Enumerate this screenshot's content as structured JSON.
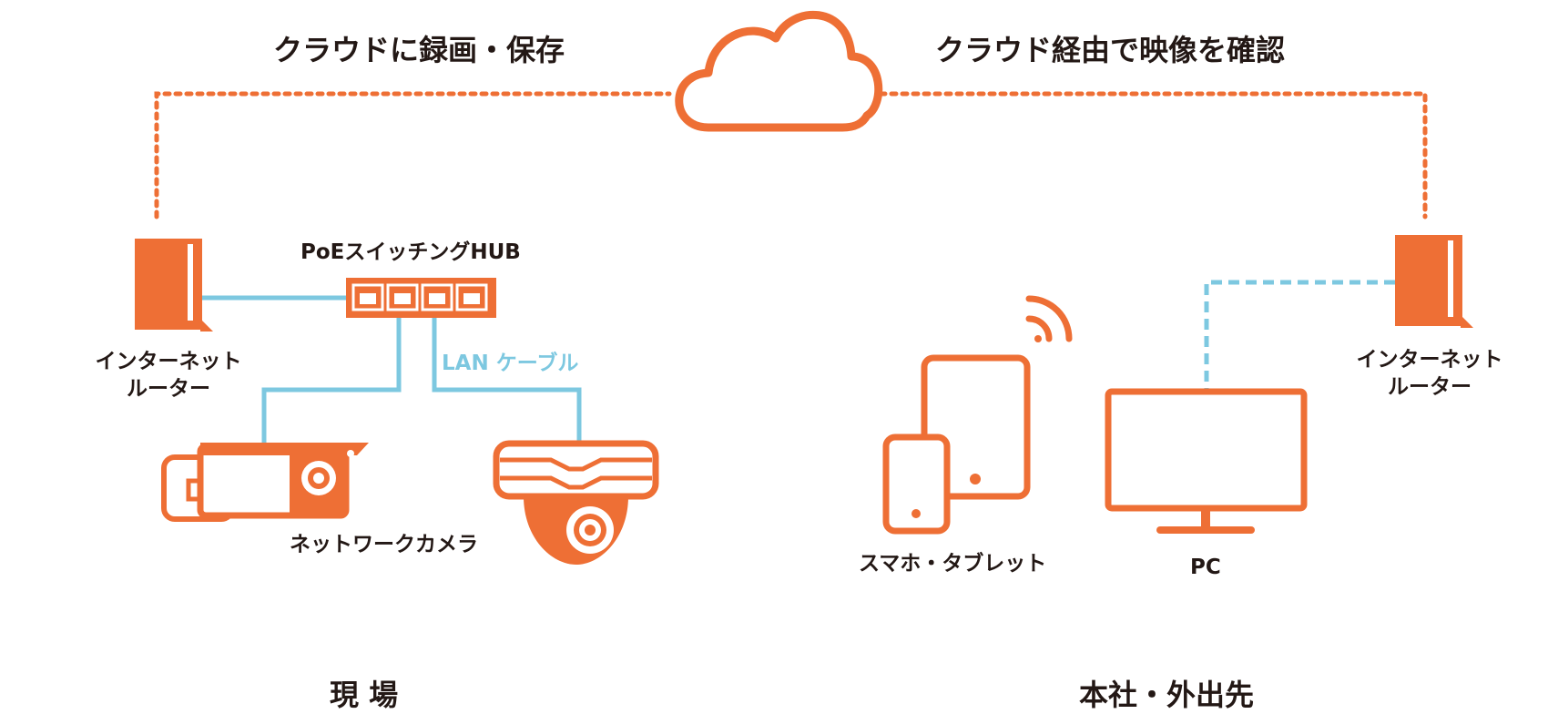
{
  "labels": {
    "cloud_record": "クラウドに録画・保存",
    "cloud_view": "クラウド経由で映像を確認",
    "poe_hub": "PoEスイッチングHUB",
    "lan_cable": "LAN ケーブル",
    "router_left_line1": "インターネット",
    "router_left_line2": "ルーター",
    "router_right_line1": "インターネット",
    "router_right_line2": "ルーター",
    "network_camera": "ネットワークカメラ",
    "smartphone_tablet": "スマホ・タブレット",
    "pc": "PC",
    "site": "現 場",
    "head_office": "本社・外出先"
  },
  "colors": {
    "orange": "#ee6f35",
    "blue": "#7dc8e0",
    "text": "#231815"
  },
  "icons": [
    "cloud-icon",
    "router-icon",
    "switching-hub-icon",
    "bullet-camera-icon",
    "dome-camera-icon",
    "tablet-icon",
    "smartphone-icon",
    "wifi-icon",
    "pc-monitor-icon"
  ]
}
